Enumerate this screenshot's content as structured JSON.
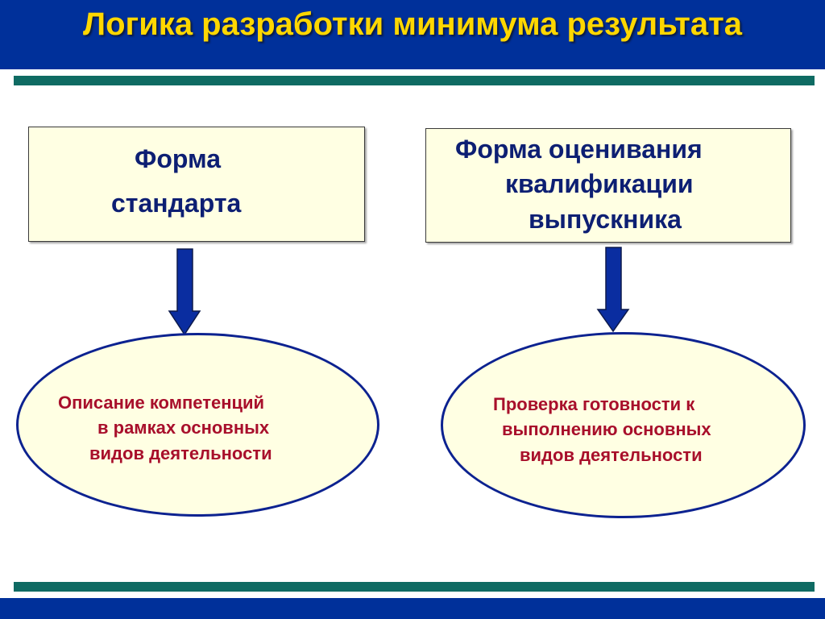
{
  "slide": {
    "title": "Логика разработки минимума результата"
  },
  "diagram": {
    "left_box": {
      "lines": [
        "Форма",
        "стандарта"
      ]
    },
    "right_box": {
      "lines": [
        "Форма оценивания",
        "квалификации",
        "выпускника"
      ]
    },
    "left_ellipse": {
      "lines": [
        "Описание компетенций",
        "в рамках основных",
        "видов деятельности"
      ]
    },
    "right_ellipse": {
      "lines": [
        "Проверка готовности к",
        "выполнению основных",
        "видов деятельности"
      ]
    }
  },
  "colors": {
    "header_bg": "#00309a",
    "title_text": "#ffd700",
    "stripe": "#0f6b63",
    "box_fill": "#ffffe3",
    "box_text": "#0d1f73",
    "ellipse_text": "#a80f2b",
    "arrow_fill": "#0a2da0"
  }
}
